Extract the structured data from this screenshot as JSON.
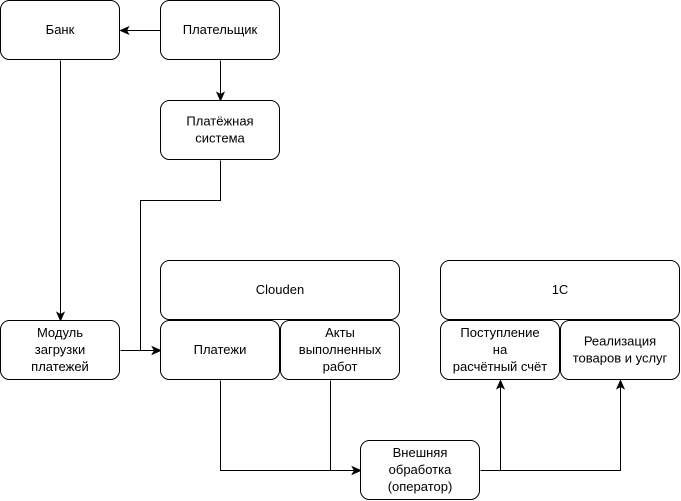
{
  "diagram": {
    "type": "flowchart",
    "nodes": [
      {
        "id": "bank",
        "lines": [
          "Банк"
        ]
      },
      {
        "id": "payer",
        "lines": [
          "Плательщик"
        ]
      },
      {
        "id": "payment_system",
        "lines": [
          "Платёжная",
          "система"
        ]
      },
      {
        "id": "clouden",
        "lines": [
          "Clouden"
        ]
      },
      {
        "id": "payments",
        "lines": [
          "Платежи"
        ]
      },
      {
        "id": "acts",
        "lines": [
          "Акты",
          "выполненных",
          "работ"
        ]
      },
      {
        "id": "onec",
        "lines": [
          "1С"
        ]
      },
      {
        "id": "receipt",
        "lines": [
          "Поступление",
          "на",
          "расчётный счёт"
        ]
      },
      {
        "id": "sales",
        "lines": [
          "Реализация",
          "товаров и услуг"
        ]
      },
      {
        "id": "upload_module",
        "lines": [
          "Модуль",
          "загрузки",
          "платежей"
        ]
      },
      {
        "id": "external_processing",
        "lines": [
          "Внешняя",
          "обработка",
          "(оператор)"
        ]
      }
    ],
    "edges": [
      {
        "from": "payer",
        "to": "bank"
      },
      {
        "from": "payer",
        "to": "payment_system"
      },
      {
        "from": "bank",
        "to": "upload_module"
      },
      {
        "from": "payment_system",
        "to": "payments"
      },
      {
        "from": "upload_module",
        "to": "payments"
      },
      {
        "from": "payments",
        "to": "external_processing"
      },
      {
        "from": "acts",
        "to": "external_processing"
      },
      {
        "from": "external_processing",
        "to": "receipt"
      },
      {
        "from": "external_processing",
        "to": "sales"
      }
    ]
  }
}
